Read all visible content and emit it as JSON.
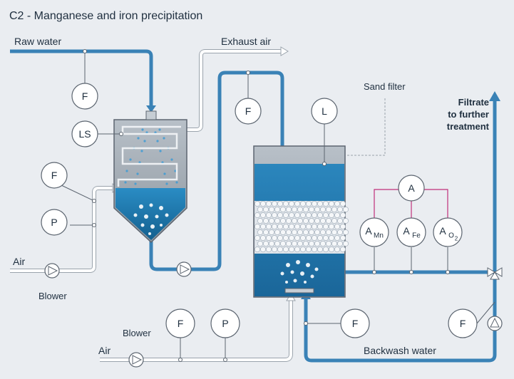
{
  "title": "C2 - Manganese and iron precipitation",
  "labels": {
    "raw_water": "Raw water",
    "exhaust_air": "Exhaust air",
    "sand_filter": "Sand filter",
    "filtrate": [
      "Filtrate",
      "to further",
      "treatment"
    ],
    "air_top": "Air",
    "blower_top": "Blower",
    "air_bottom": "Air",
    "blower_bottom": "Blower",
    "backwash_water": "Backwash water"
  },
  "instruments": {
    "raw_water_flow": "F",
    "level_switch": "LS",
    "air_flow": "F",
    "air_pressure": "P",
    "transfer_flow": "F",
    "filter_level": "L",
    "analyzer": "A",
    "mn": {
      "main": "A",
      "sub": "Mn"
    },
    "fe": {
      "main": "A",
      "sub": "Fe"
    },
    "o2": {
      "main": "A",
      "sub": "O",
      "sub2": "2"
    },
    "bottom_air_flow": "F",
    "bottom_air_pressure": "P",
    "backwash_flow": "F",
    "filtrate_flow": "F"
  },
  "colors": {
    "background": "#eaedf1",
    "water_line": "#2e86c1",
    "air_line": "#ffffff",
    "tank_grey": "#9aa3ac",
    "water": "#1c72a8",
    "analyzer_link": "#c0307a"
  }
}
